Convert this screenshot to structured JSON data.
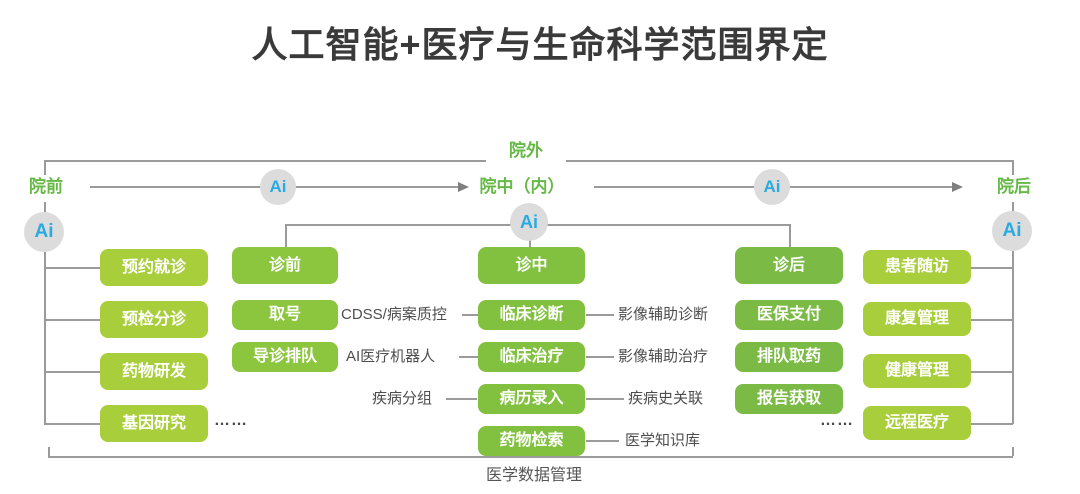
{
  "title": "人工智能+医疗与生命科学范围界定",
  "ai_badge": "Ai",
  "flow": {
    "outer": "院外",
    "pre": "院前",
    "mid": "院中（内）",
    "post": "院后"
  },
  "col_pre_hospital": {
    "items": [
      "预约就诊",
      "预检分诊",
      "药物研发",
      "基因研究"
    ],
    "ellipsis": "……"
  },
  "col_pre_visit": {
    "header": "诊前",
    "rows": [
      {
        "box": "取号",
        "note": "CDSS/病案质控"
      },
      {
        "box": "导诊排队",
        "note": "AI医疗机器人"
      }
    ]
  },
  "col_in_visit": {
    "header": "诊中",
    "left_note": "疾病分组",
    "rows": [
      {
        "box": "临床诊断",
        "note": "影像辅助诊断"
      },
      {
        "box": "临床治疗",
        "note": "影像辅助治疗"
      },
      {
        "box": "病历录入",
        "note": "疾病史关联"
      },
      {
        "box": "药物检索",
        "note": "医学知识库"
      }
    ]
  },
  "col_post_visit": {
    "header": "诊后",
    "rows": [
      "医保支付",
      "排队取药",
      "报告获取"
    ],
    "ellipsis": "……"
  },
  "col_post_hospital": {
    "items": [
      "患者随访",
      "康复管理",
      "健康管理",
      "远程医疗"
    ]
  },
  "footer": {
    "label": "医学数据管理"
  },
  "colors": {
    "light_green": "#a9ce3b",
    "mid_green": "#8cc63f",
    "in_visit_green": "#82c13f",
    "post_visit_green": "#7bba45",
    "text_green": "#67b947",
    "ai_blue": "#29abe2",
    "line_gray": "#9b9b9b",
    "title_gray": "#3a3a3a"
  }
}
